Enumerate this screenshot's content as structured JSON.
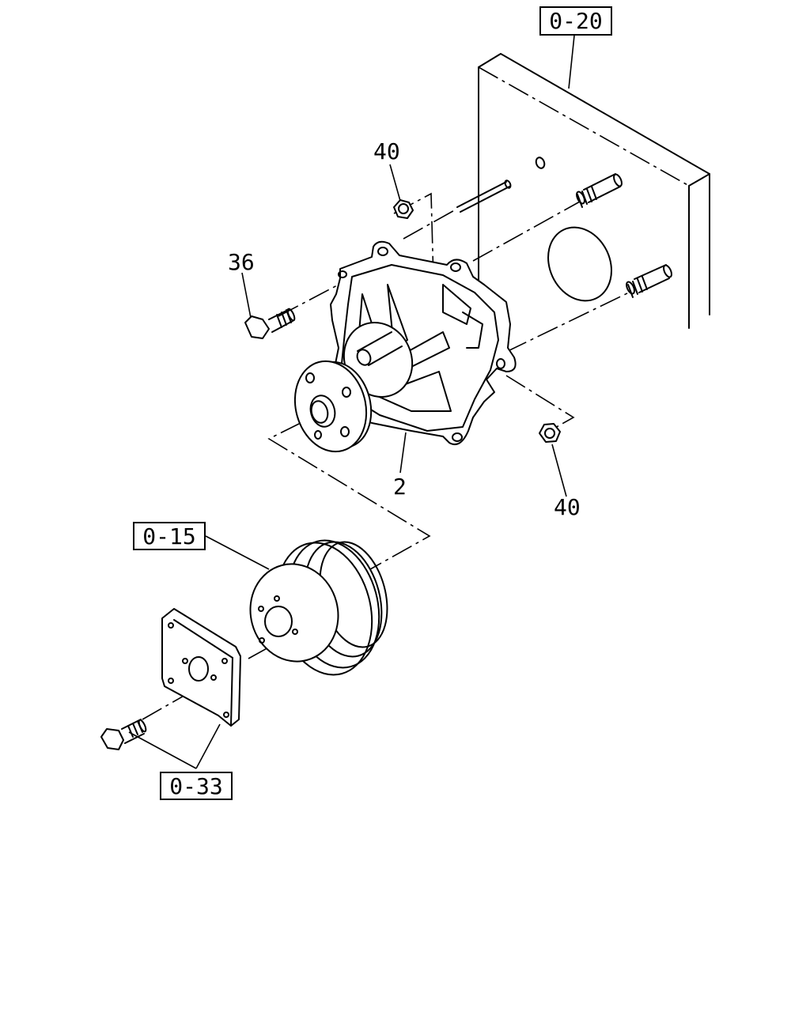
{
  "diagram": {
    "part_labels": {
      "nut_upper": "40",
      "bolt": "36",
      "water_pump": "2",
      "nut_lower": "40"
    },
    "reference_boxes": {
      "engine_block": "0-20",
      "pulley": "0-15",
      "fan_assembly": "0-33"
    }
  }
}
